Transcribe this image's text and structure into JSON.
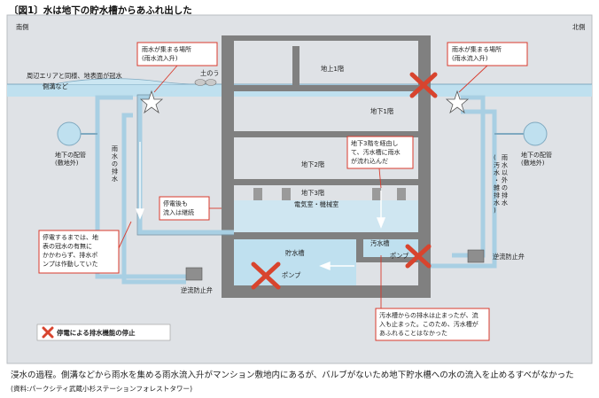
{
  "figure": {
    "title": "〔図1〕水は地下の貯水槽からあふれ出した"
  },
  "sides": {
    "south": "南側",
    "north": "北側"
  },
  "labels": {
    "flooded_area": "周辺エリアと同様、地表面が冠水",
    "gutter": "側溝など",
    "topsoil": "土のう",
    "floor_1f": "地上1階",
    "floor_b1": "地下1階",
    "floor_b2": "地下2階",
    "floor_b3": "地下3階",
    "electrical_room": "電気室・機械室",
    "storage_tank": "貯水槽",
    "sewage_tank": "汚水槽",
    "pump_main": "ポンプ",
    "pump_sewage": "ポンプ",
    "pipe_left": "地下の配管\n(敷地外)",
    "pipe_right": "地下の配管\n(敷地外)",
    "rain_drain": "雨水の排水",
    "non_rain_drain": "雨水以外の排水\n(汚水・雑排水)",
    "check_valve_left": "逆流防止弁",
    "check_valve_right": "逆流防止弁"
  },
  "callouts": {
    "rain_collect_left": "雨水が集まる場所\n(雨水流入升)",
    "rain_collect_right": "雨水が集まる場所\n(雨水流入升)",
    "via_b3": "地下3階を経由し\nて、汚水槽に雨水\nが流れ込んだ",
    "after_outage": "停電後も\n流入は継続",
    "before_outage": "停電するまでは、地\n表の冠水の有無に\nかかわらず、排水ポ\nンプは作動していた",
    "sewage_stopped": "汚水槽からの排水は止まったが、流\n入も止まった。このため、汚水槽が\nあふれることはなかった"
  },
  "legend": {
    "outage_stop": "停電による排水機能の停止"
  },
  "caption": "浸水の過程。側溝などから雨水を集める雨水流入升がマンション敷地内にあるが、バルブがないため地下貯水槽への水の流入を止めるすべがなかった",
  "source": "(資料:パークシティ武蔵小杉ステーションフォレストタワー)",
  "colors": {
    "frame_bg": "#dfe2e6",
    "wall": "#808080",
    "water": "#bfe0ef",
    "pipe": "#a8cfe3",
    "cross": "#d8442e",
    "callout_border": "#d83a2c"
  }
}
